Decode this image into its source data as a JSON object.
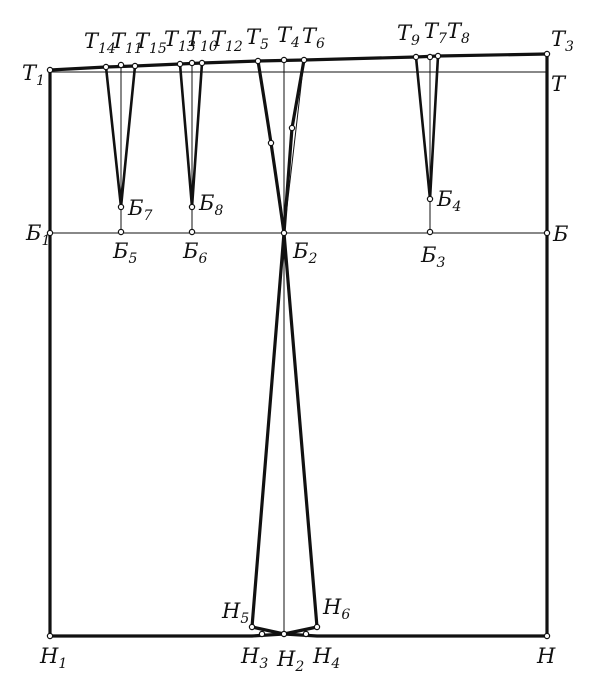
{
  "labels": {
    "T1": {
      "base": "T",
      "sub": "1"
    },
    "T14": {
      "base": "T",
      "sub": "14"
    },
    "T11": {
      "base": "T",
      "sub": "11"
    },
    "T15": {
      "base": "T",
      "sub": "15"
    },
    "T13": {
      "base": "T",
      "sub": "13"
    },
    "T10": {
      "base": "T",
      "sub": "10"
    },
    "T12": {
      "base": "T",
      "sub": "12"
    },
    "T5": {
      "base": "T",
      "sub": "5"
    },
    "T4": {
      "base": "T",
      "sub": "4"
    },
    "T6": {
      "base": "T",
      "sub": "6"
    },
    "T9": {
      "base": "T",
      "sub": "9"
    },
    "T7": {
      "base": "T",
      "sub": "7"
    },
    "T8": {
      "base": "T",
      "sub": "8"
    },
    "T3": {
      "base": "T",
      "sub": "3"
    },
    "T": {
      "base": "T",
      "sub": ""
    },
    "B1": {
      "base": "Б",
      "sub": "1"
    },
    "B5": {
      "base": "Б",
      "sub": "5"
    },
    "B7": {
      "base": "Б",
      "sub": "7"
    },
    "B6": {
      "base": "Б",
      "sub": "6"
    },
    "B8": {
      "base": "Б",
      "sub": "8"
    },
    "B2": {
      "base": "Б",
      "sub": "2"
    },
    "B4": {
      "base": "Б",
      "sub": "4"
    },
    "B3": {
      "base": "Б",
      "sub": "3"
    },
    "B": {
      "base": "Б",
      "sub": ""
    },
    "H1": {
      "base": "H",
      "sub": "1"
    },
    "H5": {
      "base": "H",
      "sub": "5"
    },
    "H6": {
      "base": "H",
      "sub": "6"
    },
    "H3": {
      "base": "H",
      "sub": "3"
    },
    "H2": {
      "base": "H",
      "sub": "2"
    },
    "H4": {
      "base": "H",
      "sub": "4"
    },
    "H": {
      "base": "H",
      "sub": ""
    }
  }
}
